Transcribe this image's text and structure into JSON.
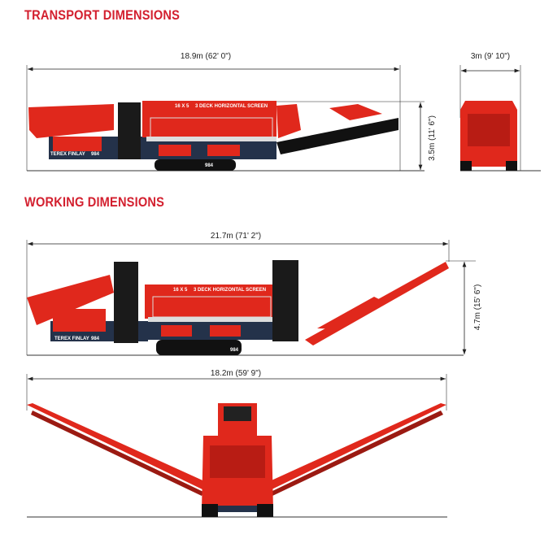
{
  "transport": {
    "title": "TRANSPORT DIMENSIONS",
    "length": "18.9m (62' 0\")",
    "height": "3.5m (11' 6\")",
    "width": "3m (9' 10\")"
  },
  "working": {
    "title": "WORKING DIMENSIONS",
    "length": "21.7m (71' 2\")",
    "height": "4.7m (15' 6\")",
    "width": "18.2m (59' 9\")"
  },
  "machine": {
    "brand": "TEREX FINLAY",
    "model": "984",
    "screen_label": "3 DECK HORIZONTAL SCREEN",
    "screen_size": "16 X 5"
  },
  "colors": {
    "accent": "#d3202f",
    "machine_red": "#e0281c",
    "chassis": "#24324a"
  }
}
